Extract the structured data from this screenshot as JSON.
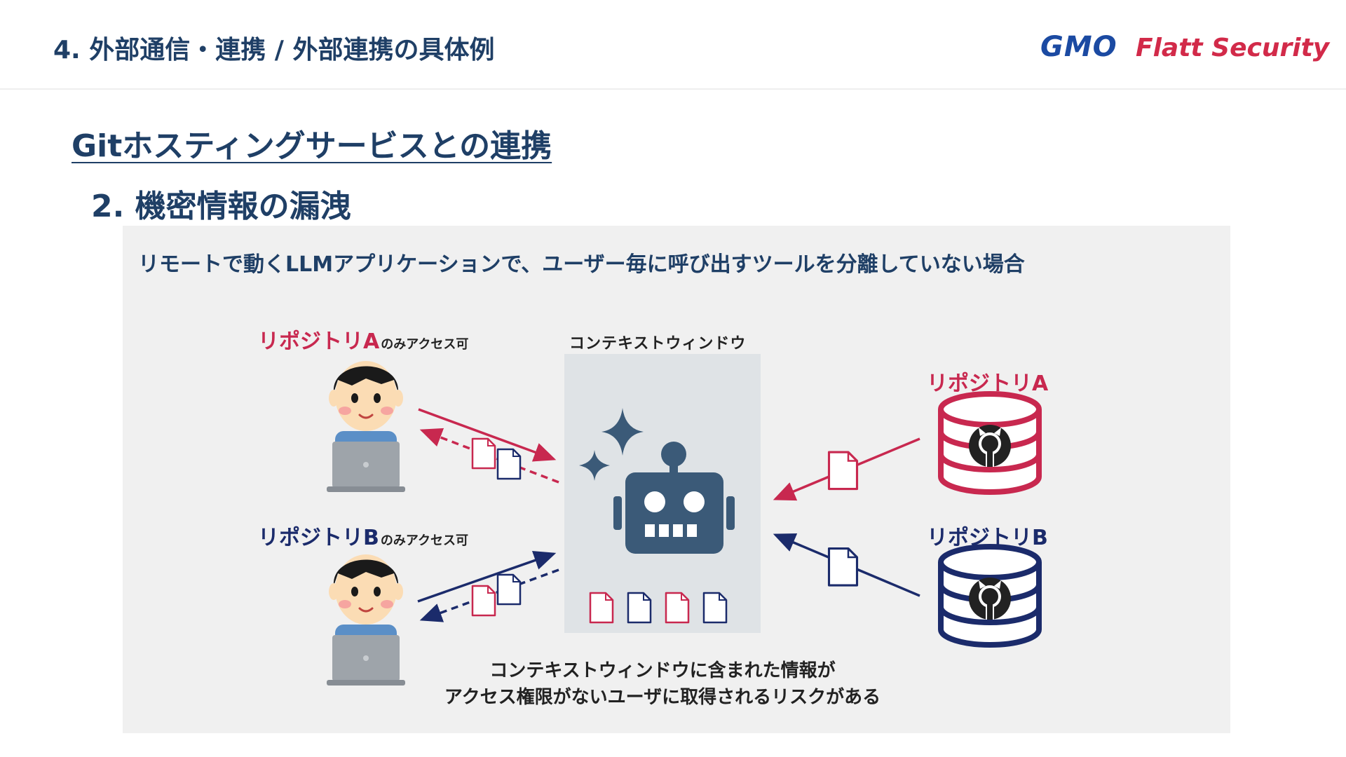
{
  "header": {
    "title": "4. 外部通信・連携 / 外部連携の具体例",
    "logo_gmo": "GMO",
    "logo_flatt": "Flatt Security"
  },
  "section_title": "Gitホスティングサービスとの連携",
  "sub_title": "2.  機密情報の漏洩",
  "panel": {
    "caption": "リモートで動くLLMアプリケーションで、ユーザー毎に呼び出すツールを分離していない場合",
    "context_label": "コンテキストウィンドウ",
    "userA": {
      "name": "リポジトリA",
      "suffix": "のみアクセス可"
    },
    "userB": {
      "name": "リポジトリB",
      "suffix": "のみアクセス可"
    },
    "repoA": "リポジトリA",
    "repoB": "リポジトリB",
    "note_line1": "コンテキストウィンドウに含まれた情報が",
    "note_line2": "アクセス権限がないユーザに取得されるリスクがある"
  },
  "colors": {
    "title_navy": "#1f3f66",
    "repoA_red": "#c8284f",
    "repoB_navy": "#1b2b6b",
    "robot": "#3b5a78",
    "panel_bg": "#f0f0f0",
    "context_bg": "#dfe3e6"
  },
  "icons": [
    "user-avatar-icon",
    "laptop-icon",
    "robot-icon",
    "sparkle-icon",
    "document-icon",
    "database-icon",
    "github-icon",
    "arrow-icon"
  ]
}
